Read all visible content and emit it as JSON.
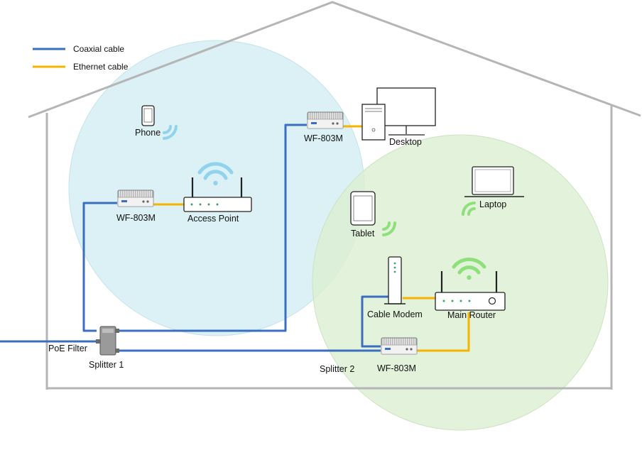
{
  "legend": {
    "coax_label": "Coaxial cable",
    "ethernet_label": "Ethernet cable"
  },
  "colors": {
    "coax": "#3a6fc0",
    "ethernet": "#f5b400",
    "wall": "#b5b5b5",
    "zone_blue": "#d5eef4",
    "zone_green": "#dcefd2",
    "wifi_blue": "#8fd3ec",
    "wifi_green": "#8ee07a"
  },
  "devices": {
    "phone": "Phone",
    "tablet": "Tablet",
    "laptop": "Laptop",
    "desktop": "Desktop",
    "access_point": "Access Point",
    "cable_modem": "Cable Modem",
    "main_router": "Main Router",
    "adapter_left": "WF-803M",
    "adapter_top": "WF-803M",
    "adapter_bottom": "WF-803M",
    "poe_filter": "PoE Filter",
    "splitter_1": "Splitter 1",
    "splitter_2": "Splitter 2"
  }
}
